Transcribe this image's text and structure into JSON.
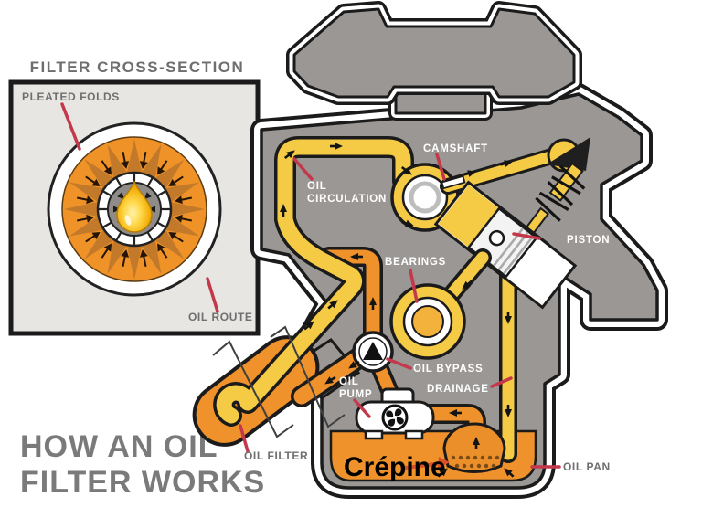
{
  "cross_section_panel": {
    "heading": "FILTER CROSS-SECTION",
    "pleated_folds_label": "PLEATED FOLDS",
    "oil_route_label": "OIL ROUTE"
  },
  "main_title": {
    "line1": "HOW AN OIL",
    "line2": "FILTER WORKS"
  },
  "engine_diagram": {
    "labels": {
      "oil_circulation_line1": "OIL",
      "oil_circulation_line2": "CIRCULATION",
      "camshaft": "CAMSHAFT",
      "piston": "PISTON",
      "bearings": "BEARINGS",
      "oil_bypass": "OIL BYPASS",
      "drainage": "DRAINAGE",
      "oil_pump_line1": "OIL",
      "oil_pump_line2": "PUMP",
      "oil_pan": "OIL PAN",
      "oil_filter": "OIL FILTER"
    },
    "annotation": {
      "crepine": "Crépine"
    }
  },
  "colors": {
    "engine_gray": "#9b9794",
    "channel_yellow": "#f5cb45",
    "oil_orange": "#ef922c",
    "dark_spoke_orange": "#c3792a",
    "outline_black": "#1b1b1b",
    "pointer_red": "#c3394b",
    "crepine_arrow_orange": "#d9502b",
    "label_gray": "#6f6f6f",
    "label_white": "#ffffff",
    "panel_background": "#e8e6e3",
    "oil_drop_gold": "#f2ae06"
  }
}
